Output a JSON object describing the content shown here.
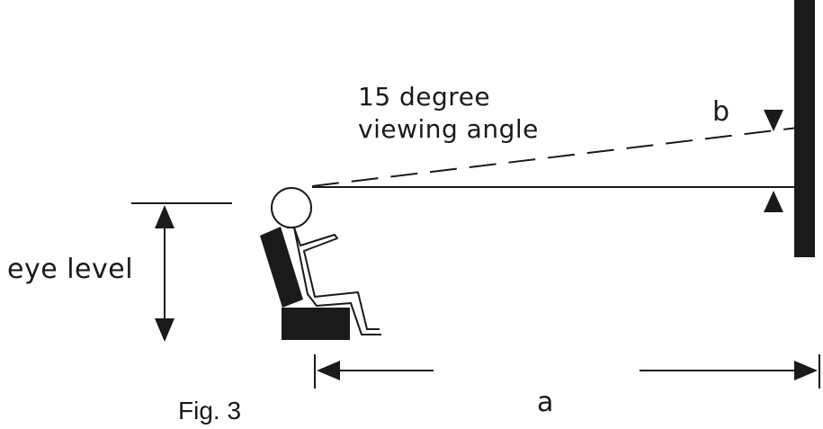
{
  "labels": {
    "angle_line1": "15 degree",
    "angle_line2": "viewing angle",
    "b": "b",
    "eye_level": "eye level",
    "a": "a",
    "figure_caption": "Fig. 3"
  },
  "colors": {
    "ink": "#1a1a1a",
    "background": "#ffffff"
  }
}
